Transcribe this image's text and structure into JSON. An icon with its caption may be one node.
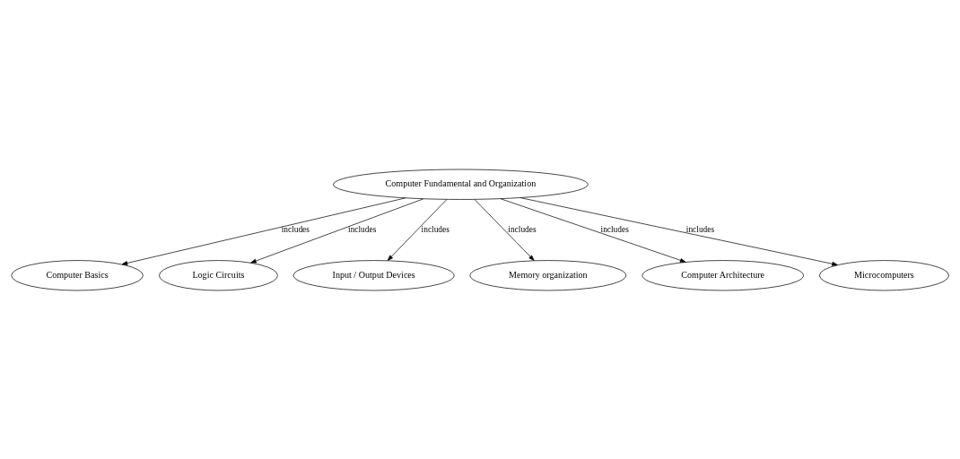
{
  "diagram": {
    "nodes": [
      {
        "text": [
          "Computer Fundamental and Organization"
        ]
      },
      {
        "text": [
          "Computer Basics"
        ]
      },
      {
        "text": [
          "Logic Circuits"
        ]
      },
      {
        "text": [
          "Input / Output Devices"
        ]
      },
      {
        "text": [
          "Memory organization"
        ]
      },
      {
        "text": [
          "Computer Architecture"
        ]
      },
      {
        "text": [
          "Microcomputers"
        ]
      }
    ],
    "edges": [
      {
        "from": 0,
        "to": 1,
        "arrow": "to",
        "label": "includes"
      },
      {
        "from": 0,
        "to": 2,
        "arrow": "to",
        "label": "includes"
      },
      {
        "from": 0,
        "to": 3,
        "arrow": "to",
        "label": "includes"
      },
      {
        "from": 0,
        "to": 4,
        "arrow": "to",
        "label": "includes"
      },
      {
        "from": 0,
        "to": 5,
        "arrow": "to",
        "label": "includes"
      },
      {
        "from": 0,
        "to": 6,
        "arrow": "to",
        "label": "includes"
      }
    ]
  }
}
